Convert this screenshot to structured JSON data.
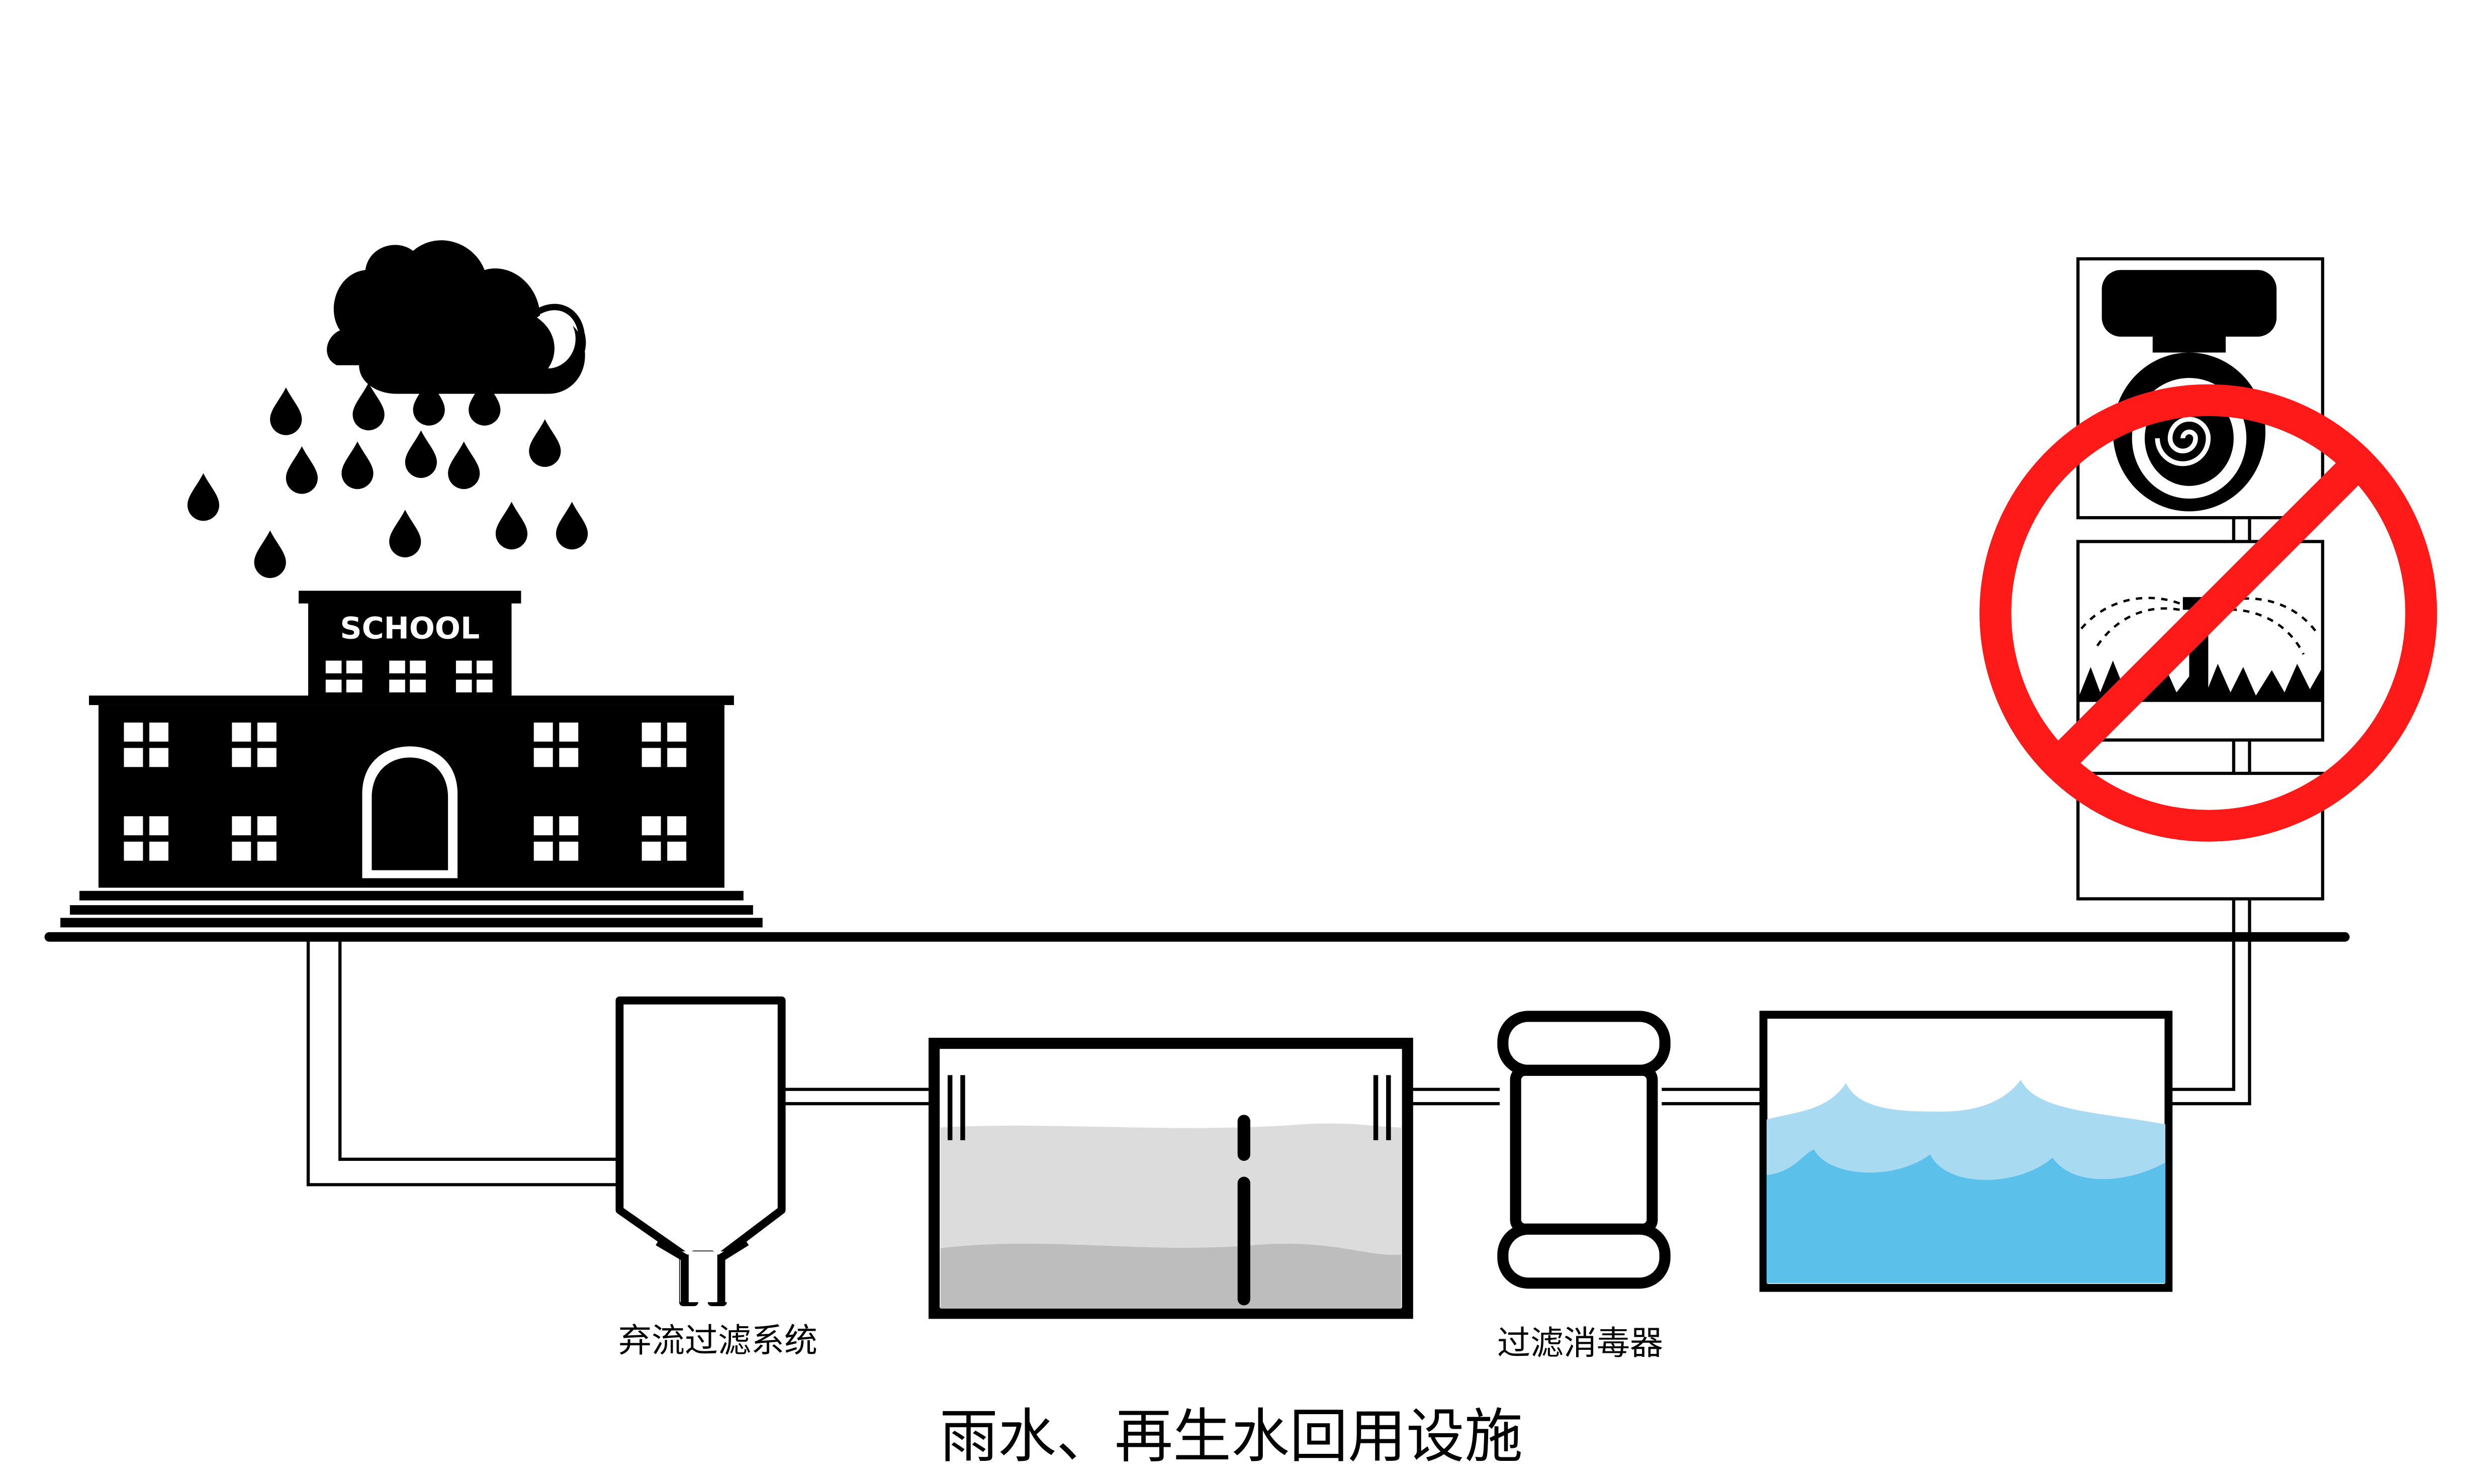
{
  "school": {
    "sign": "SCHOOL"
  },
  "labels": {
    "filter_system": "弃流过滤系统",
    "disinfector": "过滤消毒器",
    "title": "雨水、再生水回用设施"
  },
  "use_panel": {
    "more": "· · ·   · · ·"
  },
  "colors": {
    "ink": "#000000",
    "water_light": "#a8dbf2",
    "water_dark": "#5bc0ea",
    "tank_water": "#dcdcdc",
    "tank_sediment": "#bdbdbd",
    "prohibition": "#ff1a1a"
  },
  "icons": [
    "cloud-icon",
    "raindrop-icon",
    "school-icon",
    "toilet-icon",
    "sprinkler-icon",
    "prohibition-icon"
  ]
}
